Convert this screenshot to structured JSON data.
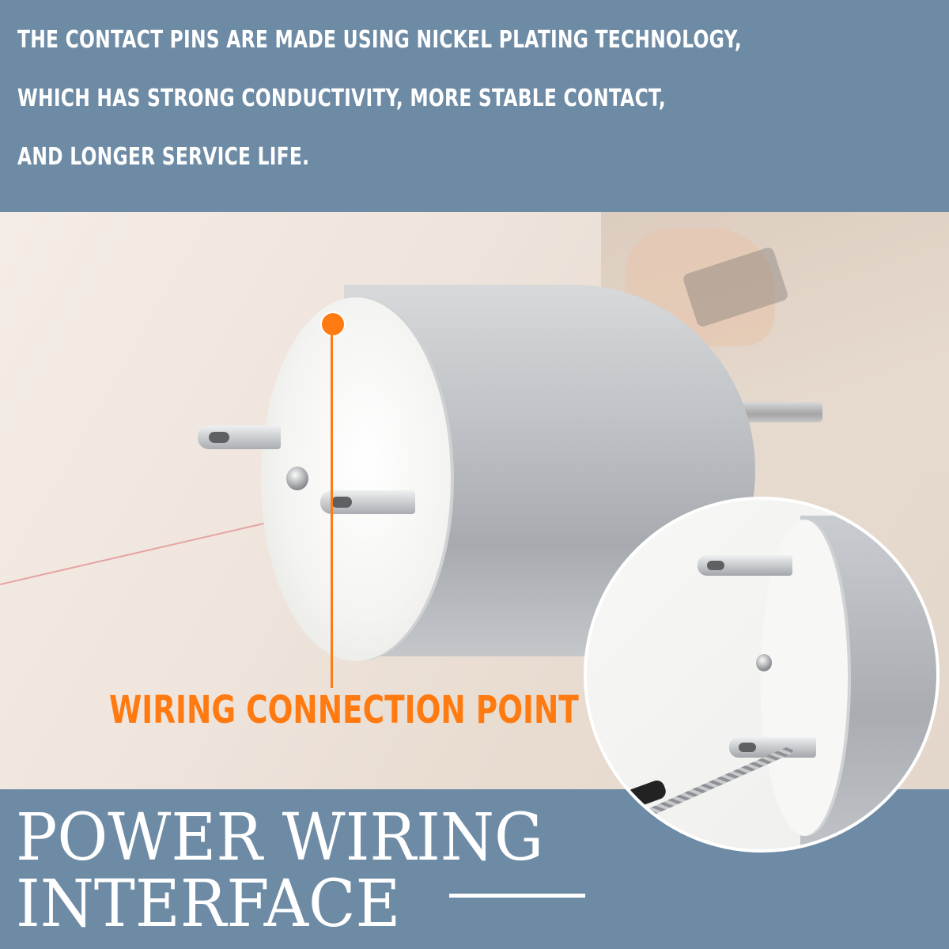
{
  "header": {
    "lines": [
      "THE CONTACT PINS ARE MADE USING NICKEL PLATING TECHNOLOGY,",
      "WHICH HAS STRONG CONDUCTIVITY, MORE STABLE CONTACT,",
      "AND LONGER SERVICE LIFE."
    ]
  },
  "callout": {
    "label": "WIRING CONNECTION POINT"
  },
  "footer": {
    "title_line1": "POWER WIRING",
    "title_line2": "INTERFACE"
  },
  "colors": {
    "banner": "#6e8ba5",
    "accent": "#ff7a11",
    "text": "#ffffff"
  }
}
